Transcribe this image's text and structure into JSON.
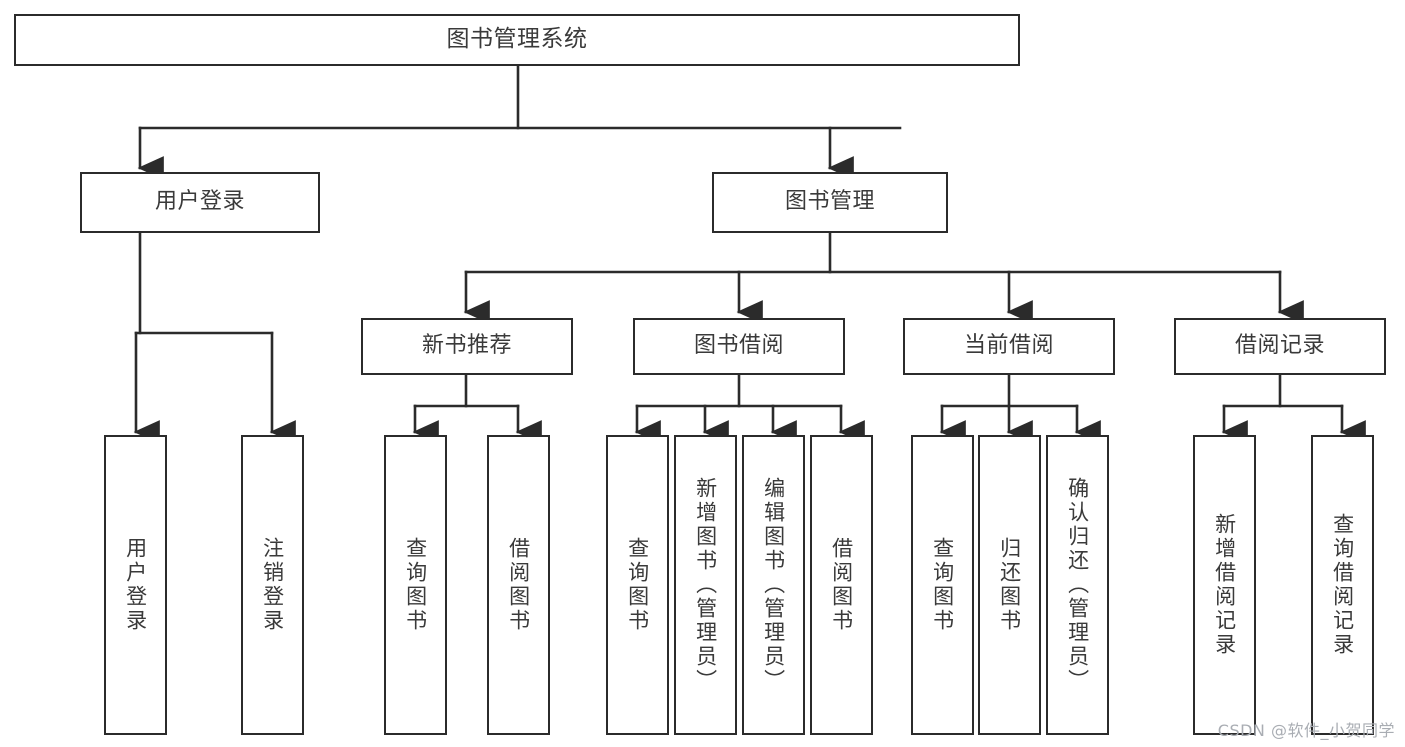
{
  "diagram": {
    "title": "图书管理系统",
    "type": "tree-structure-chart",
    "colors": {
      "border": "#2b2b2b",
      "text": "#3a3a3a",
      "background": "#ffffff",
      "connector": "#2b2b2b",
      "watermark": "#a9adb3"
    },
    "root": {
      "label": "图书管理系统"
    },
    "level2": [
      {
        "label": "用户登录"
      },
      {
        "label": "图书管理"
      }
    ],
    "level3": [
      {
        "label": "新书推荐"
      },
      {
        "label": "图书借阅"
      },
      {
        "label": "当前借阅"
      },
      {
        "label": "借阅记录"
      }
    ],
    "leaves": {
      "user_login": [
        {
          "label": "用户登录"
        },
        {
          "label": "注销登录"
        }
      ],
      "new_book_recommend": [
        {
          "label": "查询图书"
        },
        {
          "label": "借阅图书"
        }
      ],
      "book_borrow": [
        {
          "label": "查询图书"
        },
        {
          "label": "新增图书（管理员）"
        },
        {
          "label": "编辑图书（管理员）"
        },
        {
          "label": "借阅图书"
        }
      ],
      "current_borrow": [
        {
          "label": "查询图书"
        },
        {
          "label": "归还图书"
        },
        {
          "label": "确认归还（管理员）"
        }
      ],
      "borrow_record": [
        {
          "label": "新增借阅记录"
        },
        {
          "label": "查询借阅记录"
        }
      ]
    }
  },
  "watermark": {
    "text": "CSDN @软件_小贺同学"
  }
}
